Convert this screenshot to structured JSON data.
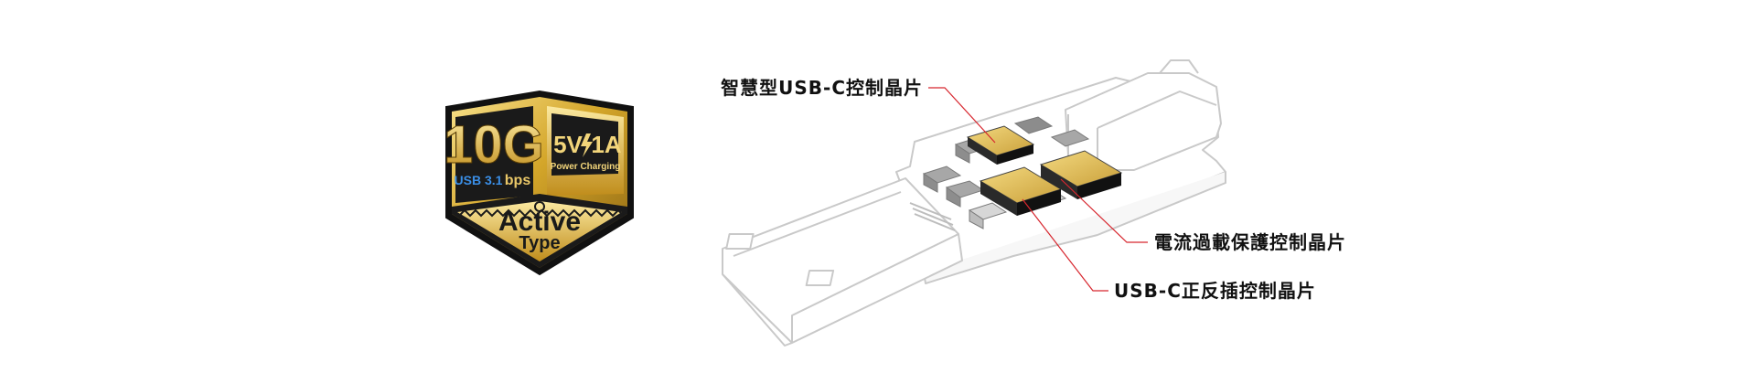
{
  "badge": {
    "speed_value": "10G",
    "speed_unit": "bps",
    "speed_standard": "USB 3.1",
    "power_value": "5V",
    "power_current": "1A",
    "power_label": "Power Charging",
    "type_line1": "Active",
    "type_line2": "Type",
    "colors": {
      "gold": "#d4a62a",
      "dark": "#1a1a1a",
      "accent_blue": "#2f7fd6"
    },
    "icons": [
      "lightning-bolt-icon"
    ]
  },
  "callouts": {
    "smart_chip": "智慧型USB-C控制晶片",
    "overload_chip": "電流過載保護控制晶片",
    "reversible_chip": "USB-C正反插控制晶片",
    "line_color": "#d7262e"
  }
}
